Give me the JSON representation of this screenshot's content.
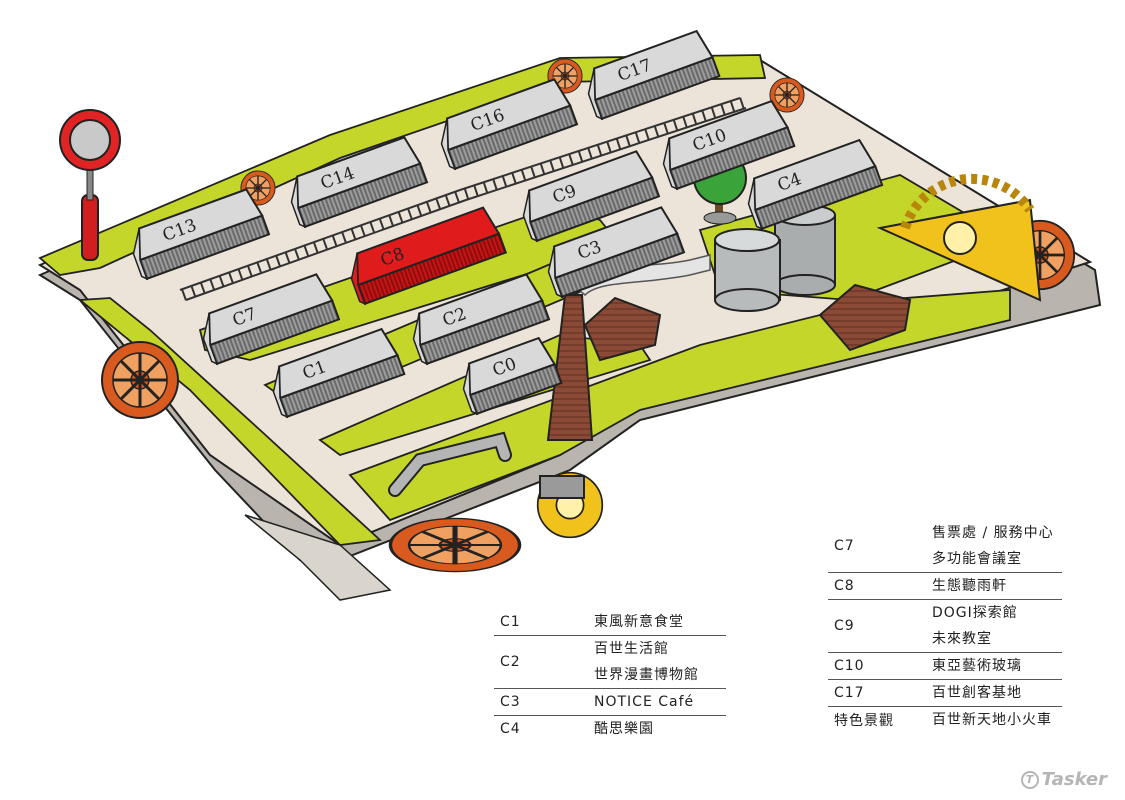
{
  "map": {
    "buildings": [
      {
        "code": "C13",
        "highlight": false
      },
      {
        "code": "C14",
        "highlight": false
      },
      {
        "code": "C16",
        "highlight": false
      },
      {
        "code": "C17",
        "highlight": false
      },
      {
        "code": "C10",
        "highlight": false
      },
      {
        "code": "C4",
        "highlight": false
      },
      {
        "code": "C9",
        "highlight": false
      },
      {
        "code": "C8",
        "highlight": true
      },
      {
        "code": "C3",
        "highlight": false
      },
      {
        "code": "C7",
        "highlight": false
      },
      {
        "code": "C2",
        "highlight": false
      },
      {
        "code": "C1",
        "highlight": false
      },
      {
        "code": "C0",
        "highlight": false
      }
    ],
    "colors": {
      "grass": "#c5d62a",
      "ground": "#ece4d8",
      "base_side": "#b9b4ad",
      "building": "#d9d9d9",
      "highlight": "#e01b1b",
      "gear": "#d85a1e",
      "gear_yellow": "#f2c21c",
      "brick": "#8a4a36"
    }
  },
  "legend_left": [
    {
      "code": "C1",
      "names": [
        "東風新意食堂"
      ]
    },
    {
      "code": "C2",
      "names": [
        "百世生活館",
        "世界漫畫博物館"
      ]
    },
    {
      "code": "C3",
      "names": [
        "NOTICE Café"
      ]
    },
    {
      "code": "C4",
      "names": [
        "酷思樂園"
      ]
    }
  ],
  "legend_right": [
    {
      "code": "C7",
      "names": [
        "售票處 / 服務中心",
        "多功能會議室"
      ]
    },
    {
      "code": "C8",
      "names": [
        "生態聽雨軒"
      ]
    },
    {
      "code": "C9",
      "names": [
        "DOGI探索館",
        "未來教室"
      ]
    },
    {
      "code": "C10",
      "names": [
        "東亞藝術玻璃"
      ]
    },
    {
      "code": "C17",
      "names": [
        "百世創客基地"
      ]
    },
    {
      "code": "特色景觀",
      "names": [
        "百世新天地小火車"
      ]
    }
  ],
  "watermark": {
    "text": "Tasker",
    "icon": "tasker-logo-icon"
  }
}
